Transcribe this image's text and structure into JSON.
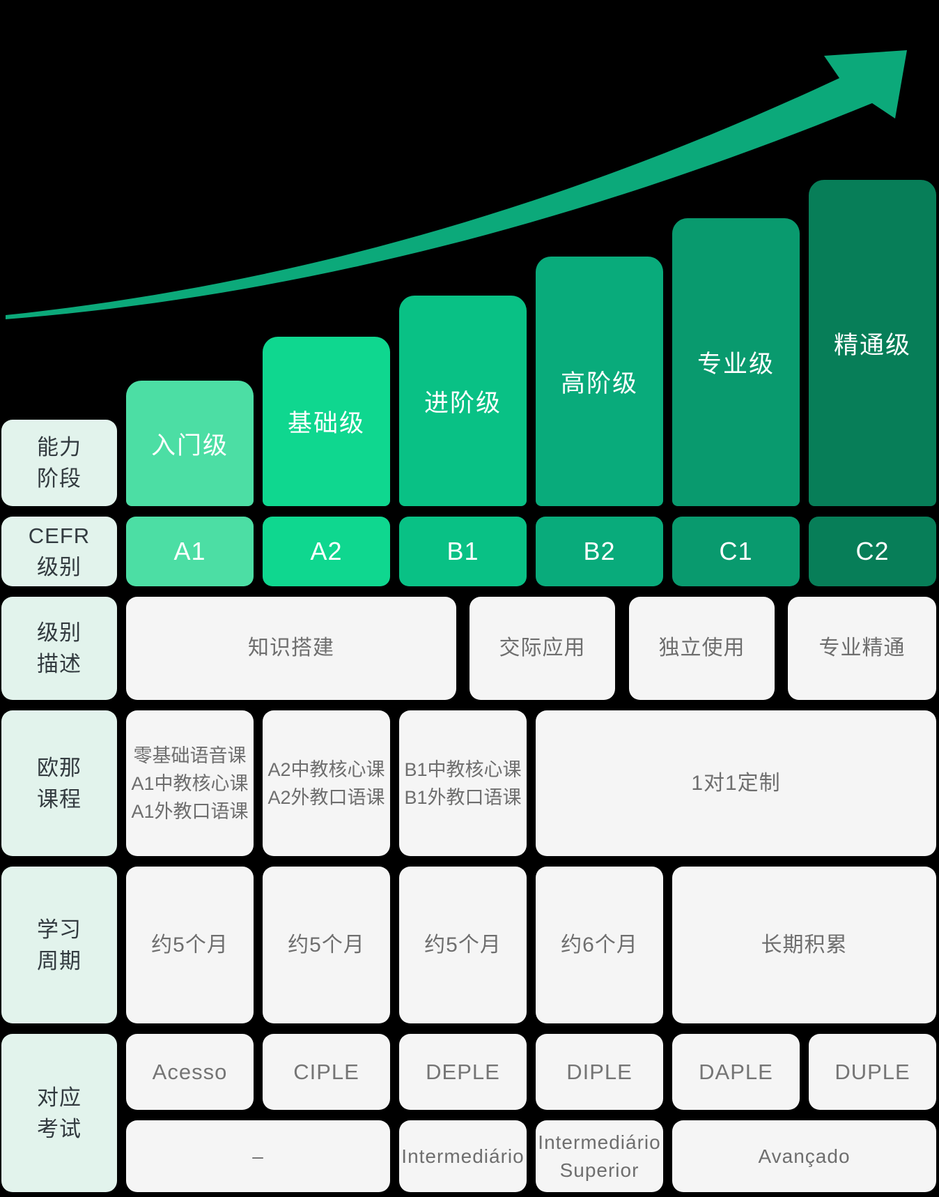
{
  "colors": {
    "background": "#000000",
    "arrow": "#0CA97A",
    "label_bg": "#E2F3EC",
    "label_text": "#333B40",
    "cell_bg": "#F5F5F5",
    "cell_text": "#6E6E6E"
  },
  "stages": [
    {
      "label": "入门级",
      "cefr": "A1",
      "color": "#4CDEA4"
    },
    {
      "label": "基础级",
      "cefr": "A2",
      "color": "#0FD78F"
    },
    {
      "label": "进阶级",
      "cefr": "B1",
      "color": "#09C185"
    },
    {
      "label": "高阶级",
      "cefr": "B2",
      "color": "#09AB7B"
    },
    {
      "label": "专业级",
      "cefr": "C1",
      "color": "#099A6E"
    },
    {
      "label": "精通级",
      "cefr": "C2",
      "color": "#077E58"
    }
  ],
  "row_labels": {
    "ability": [
      "能力",
      "阶段"
    ],
    "cefr": [
      "CEFR",
      "级别"
    ],
    "desc": [
      "级别",
      "描述"
    ],
    "courses": [
      "欧那",
      "课程"
    ],
    "duration": [
      "学习",
      "周期"
    ],
    "exams": [
      "对应",
      "考试"
    ]
  },
  "descriptions": [
    "知识搭建",
    "交际应用",
    "独立使用",
    "专业精通"
  ],
  "courses": [
    [
      "零基础语音课",
      "A1中教核心课",
      "A1外教口语课"
    ],
    [
      "A2中教核心课",
      "A2外教口语课"
    ],
    [
      "B1中教核心课",
      "B1外教口语课"
    ],
    [
      "1对1定制"
    ]
  ],
  "durations": [
    "约5个月",
    "约5个月",
    "约5个月",
    "约6个月",
    "长期积累"
  ],
  "exams_row1": [
    "Acesso",
    "CIPLE",
    "DEPLE",
    "DIPLE",
    "DAPLE",
    "DUPLE"
  ],
  "exams_row2": [
    [
      "–"
    ],
    [
      "Intermediário"
    ],
    [
      "Intermediário",
      "Superior"
    ],
    [
      "Avançado"
    ]
  ]
}
